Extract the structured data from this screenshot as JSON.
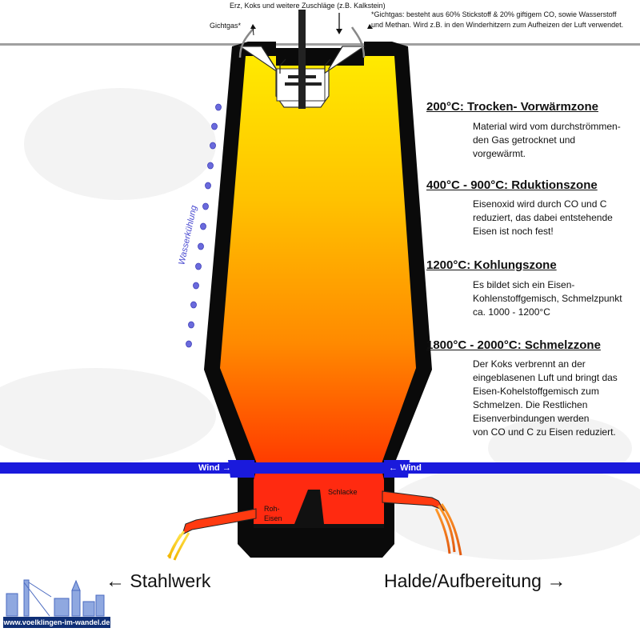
{
  "top": {
    "charge_label": "Erz, Koks und weitere Zuschläge (z.B. Kalkstein)",
    "gichtgas_label": "Gichtgas*",
    "gichtgas_note_line1": "*Gichtgas: besteht aus 60% Stickstoff & 20% giftigem CO, sowie Wasserstoff",
    "gichtgas_note_line2": "und Methan. Wird z.B. in den Winderhitzern zum Aufheizen der Luft verwendet."
  },
  "zones": [
    {
      "title": "200°C:  Trocken- Vorwärmzone",
      "lines": [
        "Material wird vom durchströmmen-",
        "den Gas getrocknet und",
        "vorgewärmt."
      ]
    },
    {
      "title": "400°C - 900°C: Rduktionszone",
      "lines": [
        "Eisenoxid wird durch CO und C",
        "reduziert, das dabei entstehende",
        "Eisen ist noch fest!"
      ]
    },
    {
      "title": "1200°C: Kohlungszone",
      "lines": [
        "Es bildet sich ein Eisen-",
        "Kohlenstoffgemisch, Schmelzpunkt",
        "ca. 1000 - 1200°C"
      ]
    },
    {
      "title": "1800°C - 2000°C: Schmelzzone",
      "lines": [
        "Der Koks verbrennt an der",
        "eingeblasenen Luft und bringt das",
        "Eisen-Kohelstoffgemisch zum",
        "Schmelzen. Die Restlichen",
        "Eisenverbindungen werden",
        "von CO und C zu Eisen reduziert."
      ]
    }
  ],
  "side_label": "Wasserkühlung",
  "wind": {
    "left": "Wind",
    "right": "Wind"
  },
  "hearth": {
    "schlacke": "Schlacke",
    "roheisen_line1": "Roh-",
    "roheisen_line2": "Eisen"
  },
  "directions": {
    "left": "Stahlwerk",
    "right": "Halde/Aufbereitung",
    "left_arrow": "←",
    "right_arrow": "→"
  },
  "footer": {
    "url": "www.voelklingen-im-wandel.de"
  },
  "colors": {
    "furnace_wall": "#0a0a0a",
    "fire_top": "#ffe600",
    "fire_bottom": "#ff2a00",
    "wind_band": "#1a1adc",
    "molten": "#ff2a10",
    "water": "#5a5ad8",
    "gas_pipe": "#999999"
  }
}
